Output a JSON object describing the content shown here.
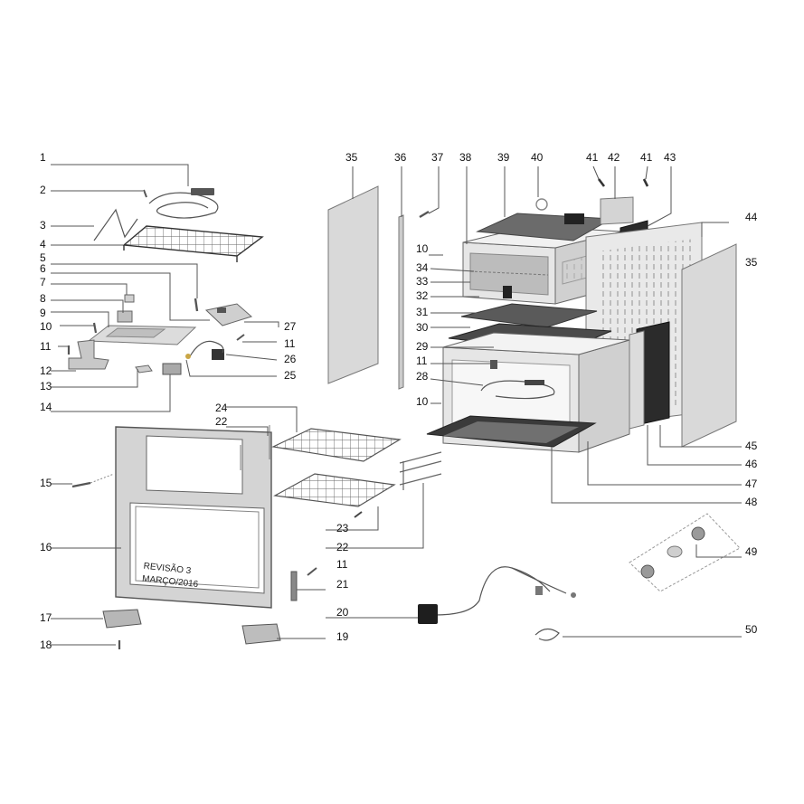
{
  "diagram": {
    "revision_text": [
      "REVISÃO 3",
      "MARÇO/2016"
    ],
    "part_numbers": [
      "1",
      "2",
      "3",
      "4",
      "5",
      "6",
      "7",
      "8",
      "9",
      "10",
      "11",
      "12",
      "13",
      "14",
      "15",
      "16",
      "17",
      "18",
      "19",
      "20",
      "21",
      "22",
      "23",
      "24",
      "25",
      "26",
      "27",
      "28",
      "29",
      "30",
      "31",
      "32",
      "33",
      "34",
      "35",
      "36",
      "37",
      "38",
      "39",
      "40",
      "41",
      "42",
      "43",
      "44",
      "45",
      "46",
      "47",
      "48",
      "49",
      "50"
    ]
  }
}
